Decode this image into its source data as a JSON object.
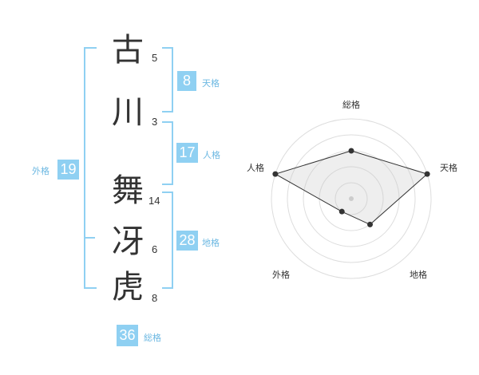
{
  "name_chars": [
    {
      "char": "古",
      "strokes": "5"
    },
    {
      "char": "川",
      "strokes": "3"
    },
    {
      "char": "舞",
      "strokes": "14"
    },
    {
      "char": "冴",
      "strokes": "6"
    },
    {
      "char": "虎",
      "strokes": "8"
    }
  ],
  "kakusu": {
    "tenkaku": {
      "value": "8",
      "label": "天格"
    },
    "jinkaku": {
      "value": "17",
      "label": "人格"
    },
    "chikaku": {
      "value": "28",
      "label": "地格"
    },
    "gaikaku": {
      "value": "19",
      "label": "外格"
    },
    "soukaku": {
      "value": "36",
      "label": "総格"
    }
  },
  "radar": {
    "axes": [
      "総格",
      "天格",
      "地格",
      "外格",
      "人格"
    ],
    "levels": 5,
    "values": [
      3,
      5,
      2,
      1,
      5
    ],
    "accent_color": "#8fd0f2"
  }
}
